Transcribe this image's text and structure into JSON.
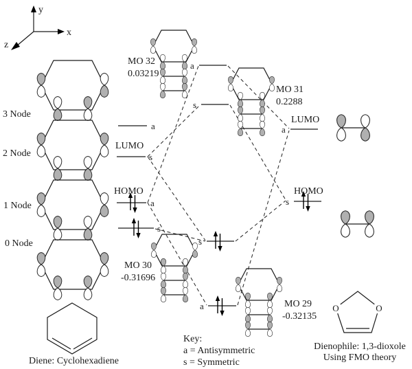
{
  "axes": {
    "x_label": "x",
    "y_label": "y",
    "z_label": "z"
  },
  "diene": {
    "node_labels": [
      "3 Node",
      "2 Node",
      "1 Node",
      "0 Node"
    ],
    "caption": "Diene: Cyclohexadiene"
  },
  "dienophile": {
    "caption_line1": "Dienophile: 1,3-dioxole",
    "caption_line2": "Using FMO theory",
    "atoms": [
      "O",
      "O"
    ]
  },
  "mos": [
    {
      "label": "MO 32",
      "energy": "0.03219"
    },
    {
      "label": "MO 31",
      "energy": "0.2288"
    },
    {
      "label": "MO 30",
      "energy": "-0.31696"
    },
    {
      "label": "MO 29",
      "energy": "-0.32135"
    }
  ],
  "levels": {
    "left": [
      {
        "sym": "a"
      },
      {
        "sym": "s",
        "label": "LUMO"
      },
      {
        "sym": "a",
        "label": "HOMO"
      },
      {
        "sym": "s"
      }
    ],
    "center": [
      {
        "sym": "a"
      },
      {
        "sym": "s"
      },
      {
        "sym": "s"
      },
      {
        "sym": "a"
      }
    ],
    "right": [
      {
        "sym": "a",
        "label": "LUMO"
      },
      {
        "sym": "s",
        "label": "HOMO"
      }
    ]
  },
  "key": {
    "title": "Key:",
    "line_a": "a = Antisymmetric",
    "line_s": "s = Symmetric"
  },
  "palette": {
    "lobe_shaded": "#b0b0b0",
    "lobe_unshaded": "#ffffff",
    "line_color": "#1a1a1a",
    "background": "#ffffff"
  }
}
